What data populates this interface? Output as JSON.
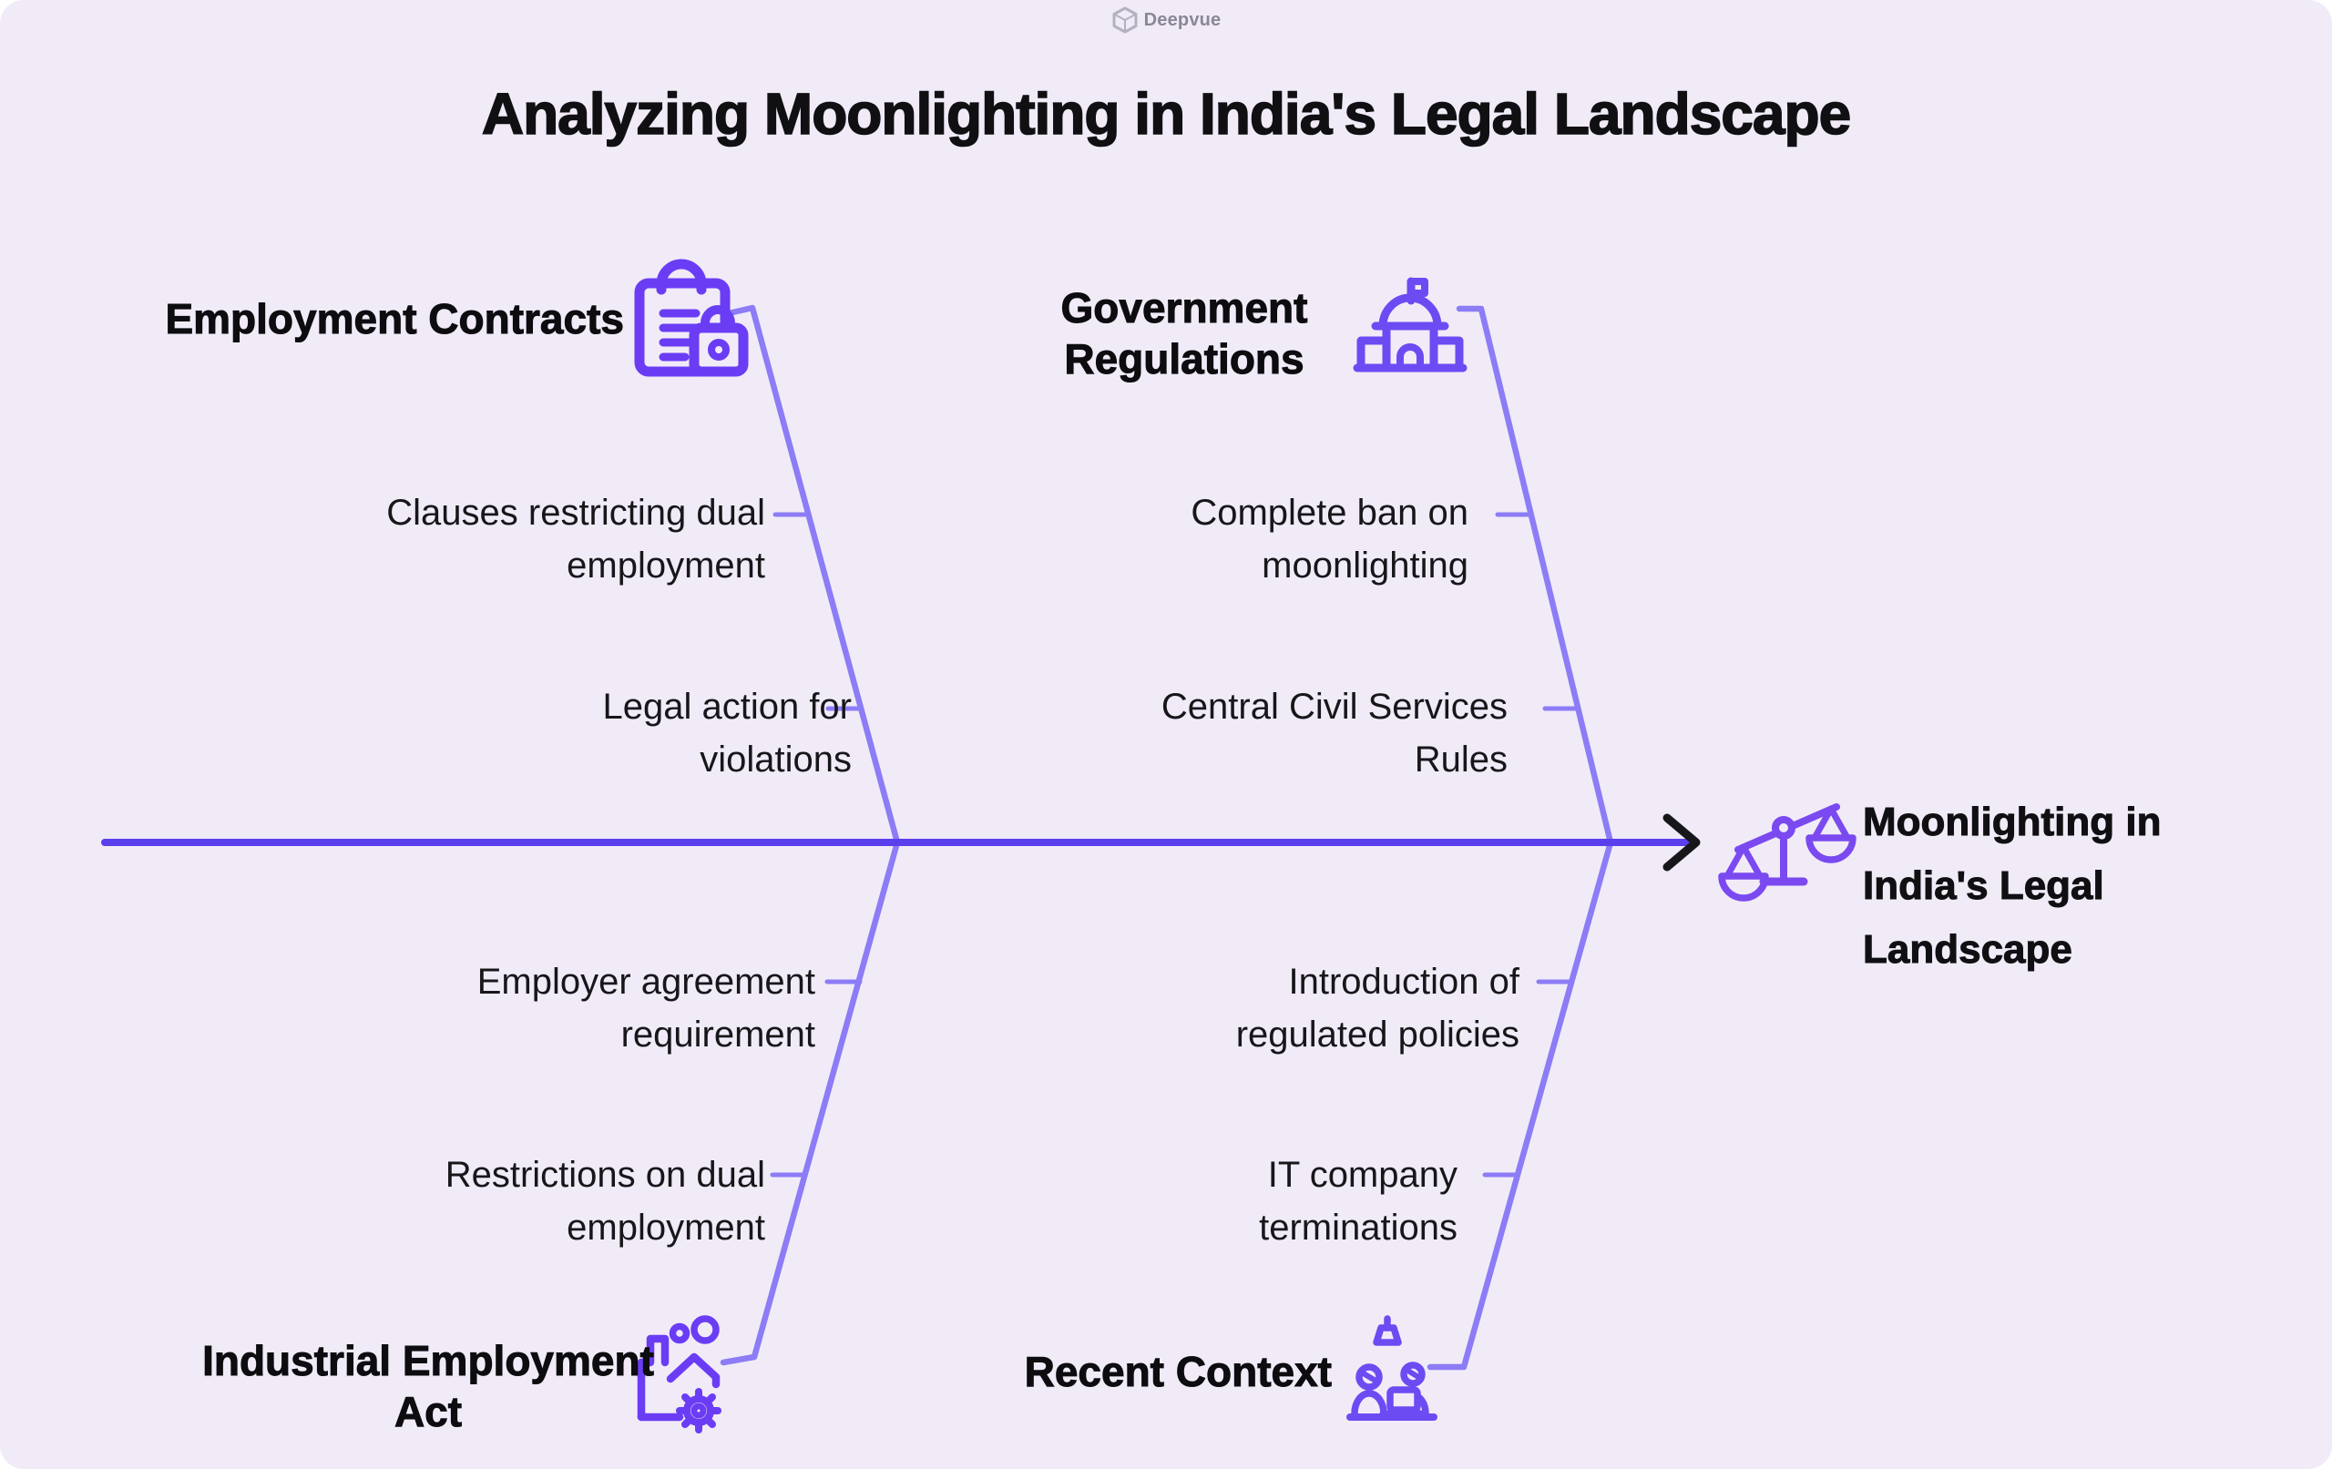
{
  "brand": {
    "name": "Deepvue"
  },
  "title": "Analyzing Moonlighting in India's Legal Landscape",
  "result": {
    "label": "Moonlighting in\nIndia's  Legal\nLandscape",
    "icon": "scales-icon"
  },
  "branches": [
    {
      "label": "Employment Contracts",
      "icon": "clipboard-lock-icon",
      "position": "top-left",
      "items": [
        "Clauses restricting dual\nemployment",
        "Legal action for\nviolations"
      ]
    },
    {
      "label": "Government\nRegulations",
      "icon": "government-building-icon",
      "position": "top-right",
      "items": [
        "Complete ban on\nmoonlighting",
        "Central Civil Services\nRules"
      ]
    },
    {
      "label": "Industrial Employment\nAct",
      "icon": "factory-gear-icon",
      "position": "bottom-left",
      "items": [
        "Employer agreement\nrequirement",
        "Restrictions on dual\nemployment"
      ]
    },
    {
      "label": "Recent Context",
      "icon": "people-desk-icon",
      "position": "bottom-right",
      "items": [
        "Introduction of\nregulated policies",
        "IT company\nterminations"
      ]
    }
  ],
  "colors": {
    "background": "#f1ebf8",
    "spine": "#5a40ec",
    "branch": "#8c7cf6",
    "icon_primary": "#6a3df5",
    "icon_secondary": "#6b4cf2",
    "arrow": "#17171a",
    "text": "#17171a",
    "brand_gray": "#8b8795"
  }
}
